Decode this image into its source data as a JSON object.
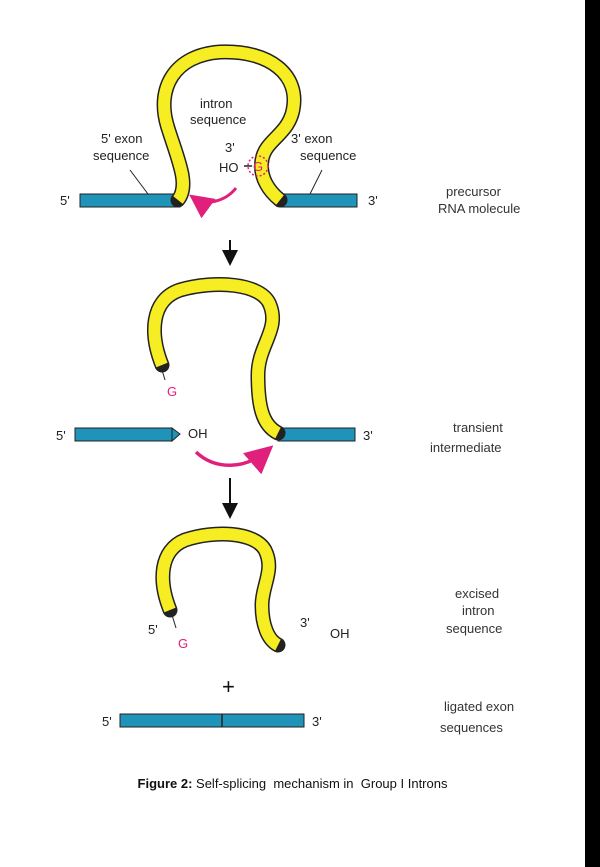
{
  "stage1": {
    "intron_label": [
      "intron",
      "sequence"
    ],
    "exon5_label": [
      "5' exon",
      "sequence"
    ],
    "exon3_label": [
      "3' exon",
      "sequence"
    ],
    "end5": "5'",
    "end3": "3'",
    "g_three_prime": "3'",
    "ho": "HO",
    "g": "G",
    "stage_label": [
      "precursor",
      "RNA molecule"
    ]
  },
  "stage2": {
    "g": "G",
    "end5": "5'",
    "oh": "OH",
    "end3": "3'",
    "stage_label": [
      "transient",
      "intermediate"
    ]
  },
  "stage3": {
    "end5": "5'",
    "g": "G",
    "three_prime": "3'",
    "oh": "OH",
    "stage_label": [
      "excised",
      "intron",
      "sequence"
    ]
  },
  "plus": "+",
  "stage4": {
    "end5": "5'",
    "end3": "3'",
    "stage_label": [
      "ligated exon",
      "sequences"
    ]
  },
  "caption": {
    "bold": "Figure 2:",
    "text": " Self-splicing  mechanism in  Group I Introns"
  },
  "colors": {
    "exon": "#1f93b8",
    "intron": "#f6ee22",
    "outline": "#222222",
    "accent": "#e0207a"
  }
}
